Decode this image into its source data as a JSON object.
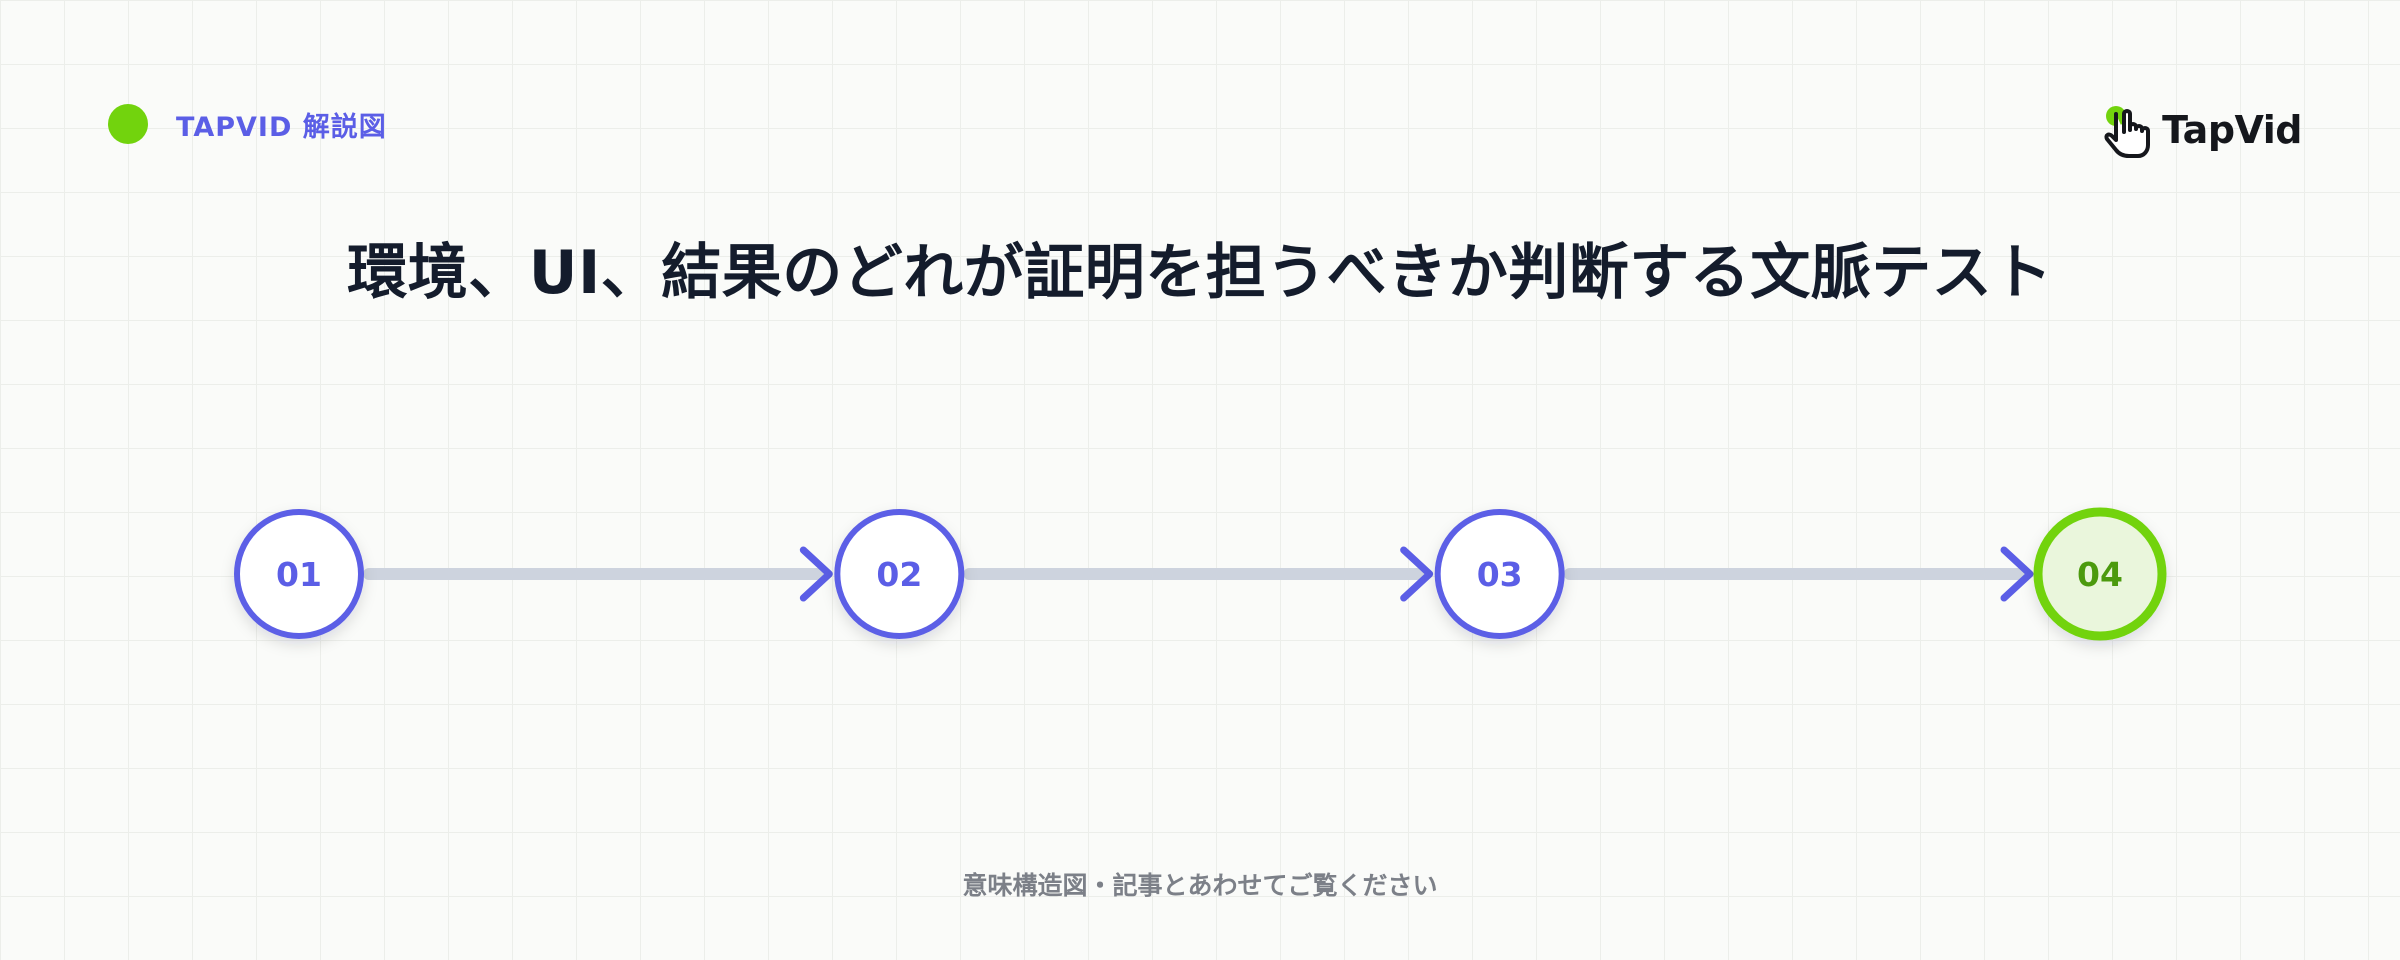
{
  "header": {
    "badge_label": "TAPVID 解説図",
    "logo_text": "TapVid"
  },
  "title": "環境、UI、結果のどれが証明を担うべきか判断する文脈テスト",
  "steps": [
    {
      "label": "01",
      "state": "default"
    },
    {
      "label": "02",
      "state": "default"
    },
    {
      "label": "03",
      "state": "default"
    },
    {
      "label": "04",
      "state": "highlighted"
    }
  ],
  "footer_note": "意味構造図・記事とあわせてご覧ください",
  "colors": {
    "accent_purple": "#5b5ee6",
    "accent_green": "#72d30d",
    "highlight_fill": "#eaf6dc",
    "highlight_text": "#4c9a0e",
    "connector": "#cdd3de",
    "title_text": "#141c2c",
    "footer_text": "#7c8088"
  },
  "icons": {
    "badge": "green-dot-icon",
    "logo": "tap-hand-icon",
    "connector_head": "arrow-right-icon"
  }
}
